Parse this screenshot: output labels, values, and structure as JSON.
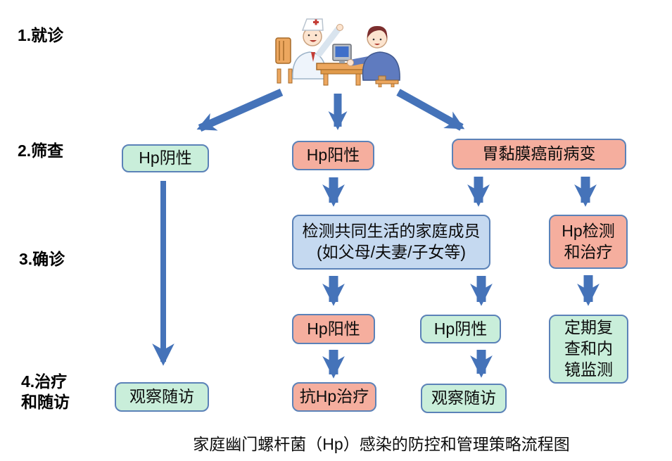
{
  "stages": [
    {
      "id": "visit",
      "lines": [
        "1.就诊"
      ]
    },
    {
      "id": "screening",
      "lines": [
        "2.筛查"
      ]
    },
    {
      "id": "diagnosis",
      "lines": [
        "3.确诊"
      ]
    },
    {
      "id": "treatment_followup",
      "lines": [
        "4.治疗",
        "和随访"
      ]
    }
  ],
  "illustration": {
    "name": "doctor-patient-consultation"
  },
  "boxes": {
    "hp_negative_screen": {
      "text": "Hp阴性",
      "color": "green"
    },
    "hp_positive_screen": {
      "text": "Hp阳性",
      "color": "salmon"
    },
    "precancerous": {
      "text": "胃黏膜癌前病变",
      "color": "salmon"
    },
    "family_test": {
      "lines": [
        "检测共同生活的家庭成员",
        "(如父母/夫妻/子女等)"
      ],
      "color": "blue"
    },
    "hp_test_treat": {
      "lines": [
        "Hp检测",
        "和治疗"
      ],
      "color": "salmon"
    },
    "hp_positive_confirm": {
      "text": "Hp阳性",
      "color": "salmon"
    },
    "hp_negative_confirm": {
      "text": "Hp阴性",
      "color": "green"
    },
    "periodic_review": {
      "lines": [
        "定期复",
        "查和内",
        "镜监测"
      ],
      "color": "green"
    },
    "observe_followup_left": {
      "text": "观察随访",
      "color": "green"
    },
    "anti_hp_treatment": {
      "text": "抗Hp治疗",
      "color": "salmon"
    },
    "observe_followup_mid": {
      "text": "观察随访",
      "color": "green"
    }
  },
  "arrows": [
    {
      "from": "consultation",
      "to": "hp_negative_screen"
    },
    {
      "from": "consultation",
      "to": "hp_positive_screen"
    },
    {
      "from": "consultation",
      "to": "precancerous"
    },
    {
      "from": "hp_negative_screen",
      "to": "observe_followup_left"
    },
    {
      "from": "hp_positive_screen",
      "to": "family_test"
    },
    {
      "from": "precancerous",
      "to": "family_test"
    },
    {
      "from": "precancerous",
      "to": "hp_test_treat"
    },
    {
      "from": "family_test",
      "to": "hp_positive_confirm"
    },
    {
      "from": "family_test",
      "to": "hp_negative_confirm"
    },
    {
      "from": "hp_test_treat",
      "to": "periodic_review"
    },
    {
      "from": "hp_positive_confirm",
      "to": "anti_hp_treatment"
    },
    {
      "from": "hp_negative_confirm",
      "to": "observe_followup_mid"
    }
  ],
  "caption": {
    "text": "家庭幽门螺杆菌（Hp）感染的防控和管理策略流程图"
  },
  "colors": {
    "arrow_color": "#4573b9",
    "box_border": "#5b82b8",
    "green_fill": "#c9eeda",
    "salmon_fill": "#f5ae9e",
    "blue_fill": "#c5d9f0"
  }
}
